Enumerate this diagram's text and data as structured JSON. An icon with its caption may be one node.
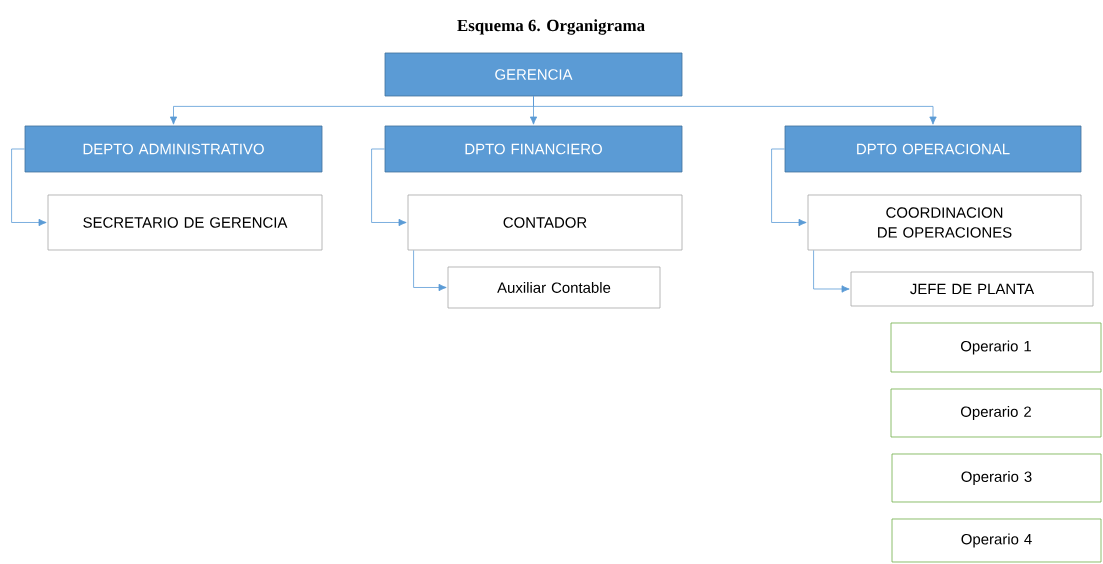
{
  "diagram": {
    "title": "Esquema 6. Organigrama",
    "nodes": [
      {
        "text": [
          "GERENCIA"
        ]
      },
      {
        "text": [
          "DEPTO ADMINISTRATIVO"
        ]
      },
      {
        "text": [
          "DPTO FINANCIERO"
        ]
      },
      {
        "text": [
          "DPTO OPERACIONAL"
        ]
      },
      {
        "text": [
          "SECRETARIO DE GERENCIA"
        ]
      },
      {
        "text": [
          "CONTADOR"
        ]
      },
      {
        "text": [
          "Auxiliar Contable"
        ]
      },
      {
        "text": [
          "COORDINACION DE OPERACIONES"
        ]
      },
      {
        "text": [
          "JEFE DE PLANTA"
        ]
      },
      {
        "text": [
          "Operario 1"
        ]
      },
      {
        "text": [
          "Operario 2"
        ]
      },
      {
        "text": [
          "Operario 3"
        ]
      },
      {
        "text": [
          "Operario 4"
        ]
      }
    ],
    "edges": [
      {
        "from": 0,
        "to": 1,
        "arrow": "to"
      },
      {
        "from": 0,
        "to": 2,
        "arrow": "to"
      },
      {
        "from": 0,
        "to": 3,
        "arrow": "to"
      },
      {
        "from": 1,
        "to": 4,
        "arrow": "to"
      },
      {
        "from": 2,
        "to": 5,
        "arrow": "to"
      },
      {
        "from": 5,
        "to": 6,
        "arrow": "to"
      },
      {
        "from": 3,
        "to": 7,
        "arrow": "to"
      },
      {
        "from": 7,
        "to": 8,
        "arrow": "to"
      }
    ]
  }
}
